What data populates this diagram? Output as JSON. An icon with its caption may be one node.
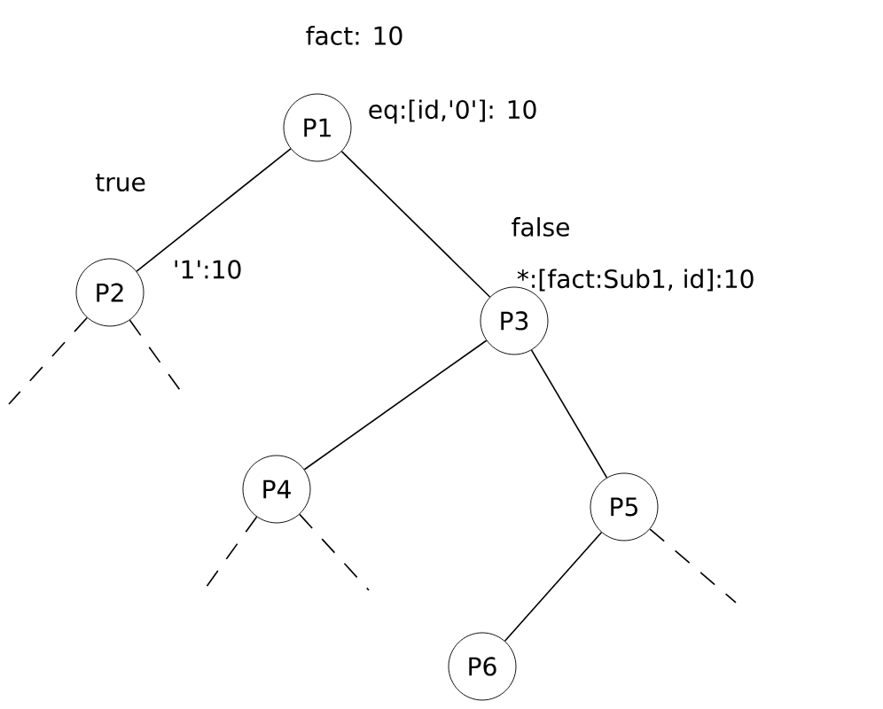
{
  "diagram": {
    "nodes": [
      {
        "text": [
          "P1"
        ],
        "beside": [
          "fact: 10",
          "eq:[id,'0']: 10"
        ]
      },
      {
        "text": [
          "P2"
        ],
        "beside": [
          "'1':10"
        ]
      },
      {
        "text": [
          "P3"
        ],
        "beside": [
          "*:[fact:Sub1, id]:10"
        ]
      },
      {
        "text": [
          "P4"
        ]
      },
      {
        "text": [
          "P5"
        ]
      },
      {
        "text": [
          "P6"
        ]
      }
    ],
    "edges": [
      {
        "from": 0,
        "to": 1,
        "arrow": "none",
        "label": "true"
      },
      {
        "from": 0,
        "to": 2,
        "arrow": "none",
        "label": "false"
      },
      {
        "from": 1,
        "to": null,
        "arrow": "none",
        "style": "dashed"
      },
      {
        "from": 1,
        "to": null,
        "arrow": "none",
        "style": "dashed"
      },
      {
        "from": 2,
        "to": 3,
        "arrow": "none"
      },
      {
        "from": 2,
        "to": 4,
        "arrow": "none"
      },
      {
        "from": 3,
        "to": null,
        "arrow": "none",
        "style": "dashed"
      },
      {
        "from": 3,
        "to": null,
        "arrow": "none",
        "style": "dashed"
      },
      {
        "from": 4,
        "to": null,
        "arrow": "none",
        "style": "dashed"
      },
      {
        "from": 4,
        "to": 5,
        "arrow": "none"
      }
    ]
  }
}
